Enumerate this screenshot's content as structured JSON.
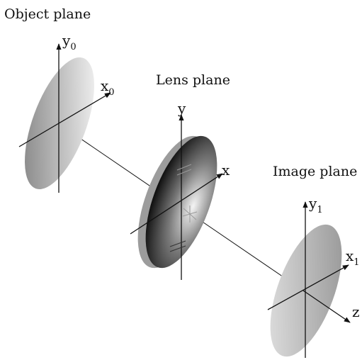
{
  "planes": {
    "object": {
      "label": "Object plane",
      "axis_y": "y",
      "axis_y_sub": "0",
      "axis_x": "x",
      "axis_x_sub": "0"
    },
    "lens": {
      "label": "Lens plane",
      "axis_y": "y",
      "axis_x": "x"
    },
    "image": {
      "label": "Image plane",
      "axis_y": "y",
      "axis_y_sub": "1",
      "axis_x": "x",
      "axis_x_sub": "1",
      "axis_z": "z"
    }
  },
  "colors": {
    "background": "#ffffff",
    "line": "#111111",
    "object_light": "#ffffff",
    "object_dark": "#7a7a7a",
    "lens_light": "#f4f4f4",
    "lens_dark": "#050505",
    "lens_rim": "#9c9c9c",
    "image_light": "#e4e4e4",
    "image_dark": "#909090"
  }
}
